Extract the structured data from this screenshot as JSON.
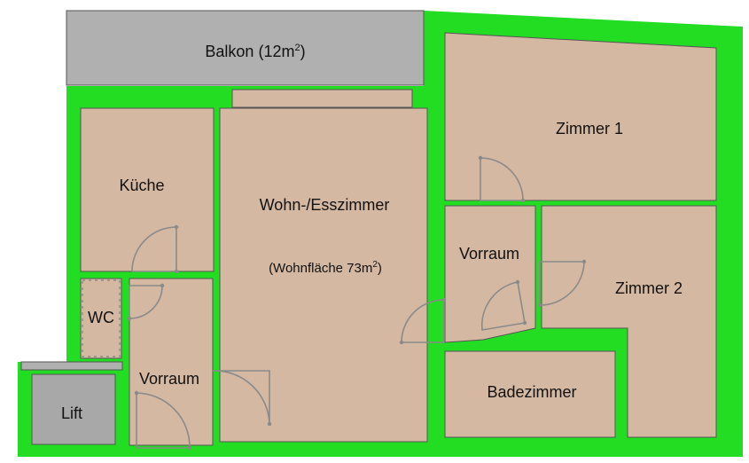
{
  "floorplan": {
    "colors": {
      "wall": "#22dd22",
      "room": "#d4b8a2",
      "balcony": "#b0b0b0",
      "lift": "#a8a8a8",
      "door_stroke": "#8a8a8a"
    },
    "rooms": {
      "balkon": {
        "label": "Balkon (12m",
        "sup": "2",
        "close": ")"
      },
      "kueche": {
        "label": "Küche"
      },
      "wohn": {
        "label": "Wohn-/Esszimmer"
      },
      "wohnflaeche": {
        "label": "(Wohnfläche 73m",
        "sup": "2",
        "close": ")"
      },
      "wc": {
        "label": "WC"
      },
      "vorraum_left": {
        "label": "Vorraum"
      },
      "vorraum_right": {
        "label": "Vorraum"
      },
      "zimmer1": {
        "label": "Zimmer 1"
      },
      "zimmer2": {
        "label": "Zimmer 2"
      },
      "badezimmer": {
        "label": "Badezimmer"
      },
      "lift": {
        "label": "Lift"
      }
    }
  }
}
